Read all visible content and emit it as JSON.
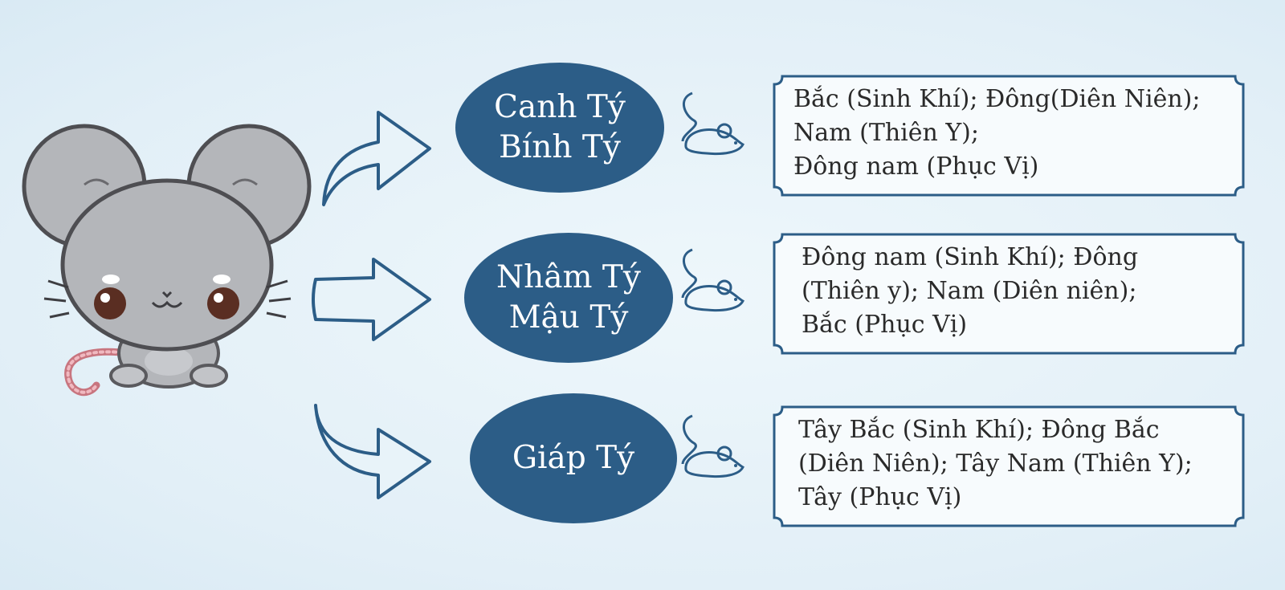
{
  "colors": {
    "background": "#e4f1f8",
    "accent": "#2c5d87",
    "oval_text": "#ffffff",
    "box_fill": "#f7fbfd",
    "box_text": "#2a2a2a",
    "mascot_body": "#b4b6ba"
  },
  "icons": {
    "mascot": "gray-mouse-mascot",
    "arrow": "outline-arrow-icon",
    "mouse": "mouse-outline-icon"
  },
  "rows": [
    {
      "oval_lines": [
        "Canh Tý",
        "Bính Tý"
      ],
      "desc_lines": [
        "Bắc (Sinh Khí); Đông(Diên Niên);",
        "Nam (Thiên Y);",
        "Đông nam (Phục Vị)"
      ]
    },
    {
      "oval_lines": [
        "Nhâm Tý",
        "Mậu Tý"
      ],
      "desc_lines": [
        "Đông nam (Sinh Khí); Đông",
        "(Thiên y); Nam (Diên niên);",
        "Bắc (Phục Vị)"
      ]
    },
    {
      "oval_lines": [
        "Giáp Tý"
      ],
      "desc_lines": [
        "Tây Bắc (Sinh Khí); Đông Bắc",
        "(Diên Niên); Tây Nam (Thiên Y);",
        "Tây (Phục Vị)"
      ]
    }
  ]
}
